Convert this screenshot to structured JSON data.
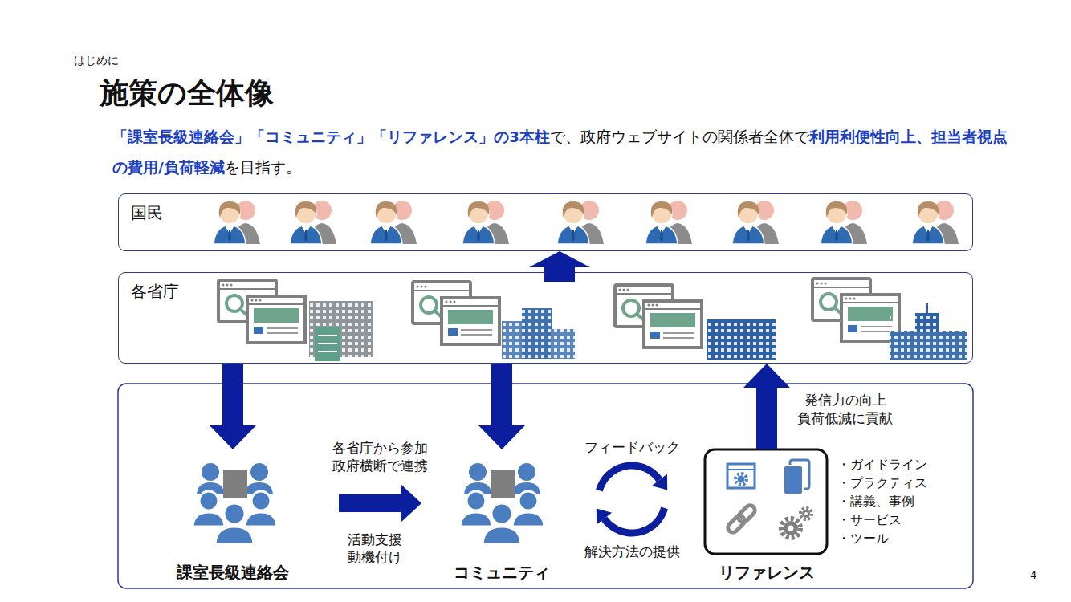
{
  "diagram": {
    "title": "施策の全体像",
    "caption": "「課室長級連絡会」「コミュニティ」「リファレンス」の3本柱で、政府ウェブサイトの関係者全体で利用利便性向上、担当者視点の費用/負荷軽減を目指す。",
    "nodes": [
      {
        "text": [
          "国民"
        ]
      },
      {
        "text": [
          "各省庁"
        ]
      },
      {
        "text": [
          "課室長級連絡会"
        ]
      },
      {
        "text": [
          "コミュニティ"
        ]
      },
      {
        "text": [
          "リファレンス"
        ]
      }
    ],
    "edges": [
      {
        "from": 1,
        "to": 0,
        "arrow": "to"
      },
      {
        "from": 1,
        "to": 2,
        "arrow": "to"
      },
      {
        "from": 1,
        "to": 3,
        "arrow": "to"
      },
      {
        "from": 2,
        "to": 3,
        "label": "各省庁から参加 政府横断で連携",
        "arrow": "to"
      },
      {
        "from": 3,
        "to": 4,
        "label": "フィードバック",
        "arrow": "to"
      },
      {
        "from": 4,
        "to": 3,
        "label": "解決方法の提供",
        "arrow": "to"
      },
      {
        "from": 4,
        "to": 1,
        "label": "発信力の向上 負荷低減に貢献",
        "arrow": "to"
      }
    ],
    "labels": [
      "はじめに",
      "・ガイドライン",
      "・プラクティス",
      "・講義、事例",
      "・サービス",
      "・ツール",
      "活動支援 動機付け",
      "4"
    ]
  }
}
